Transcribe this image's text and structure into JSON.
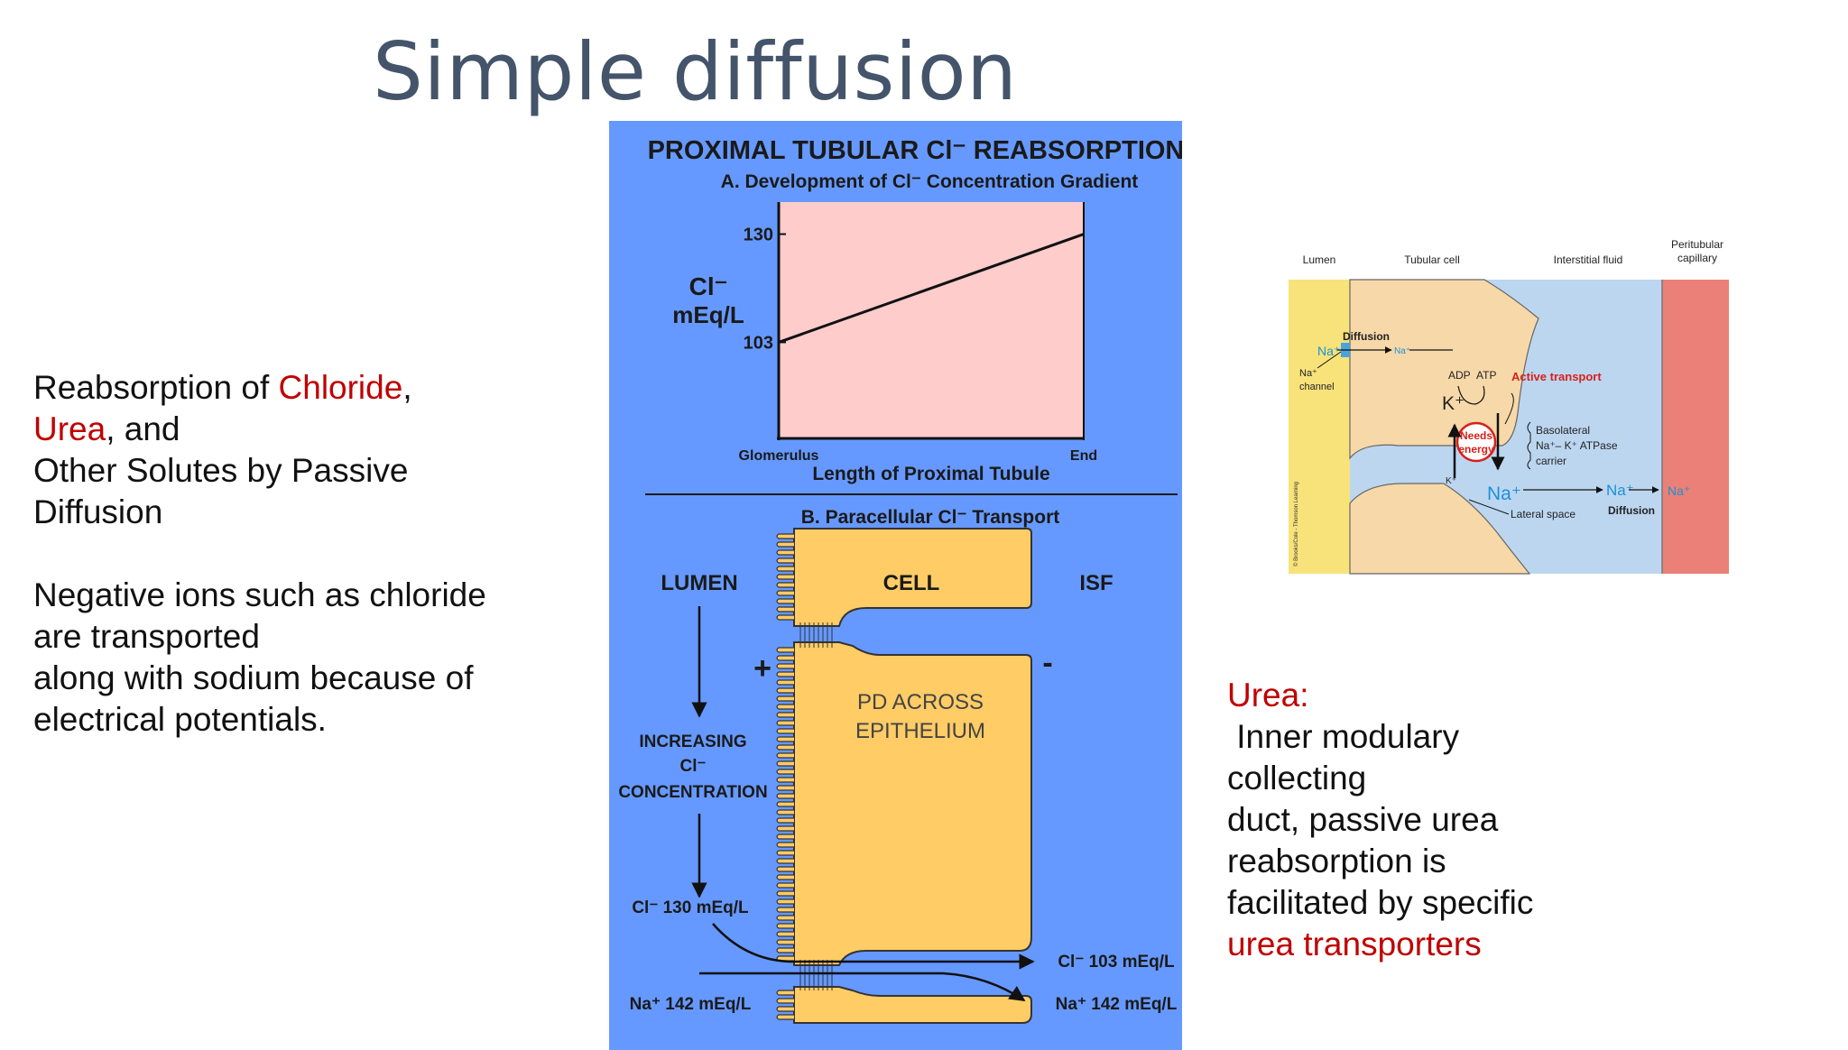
{
  "slide": {
    "title": "Simple diffusion"
  },
  "left_text": {
    "line1_a": "Reabsorption of ",
    "line1_red": "Chloride",
    "line1_b": ",",
    "line2_red": "Urea",
    "line2_b": ", and",
    "line3": "Other Solutes by Passive",
    "line4": "Diffusion",
    "para2_line1": "Negative ions such as chloride",
    "para2_line2": "are transported",
    "para2_line3": "along with sodium because of",
    "para2_line4": "electrical potentials."
  },
  "right_text": {
    "heading": "Urea:",
    "line1": " Inner modulary",
    "line2": "collecting",
    "line3": "duct, passive urea",
    "line4": "reabsorption is",
    "line5": "facilitated by specific",
    "line6_red": "urea transporters"
  },
  "figure_a": {
    "title": "PROXIMAL TUBULAR Cl⁻ REABSORPTION",
    "subtitle_a": "A.  Development of Cl⁻ Concentration Gradient",
    "ylabel_1": "Cl⁻",
    "ylabel_2": "mEq/L",
    "xlabel": "Length of Proximal Tubule",
    "x_start": "Glomerulus",
    "x_end": "End",
    "subtitle_b": "B.  Paracellular Cl⁻ Transport",
    "lumen": "LUMEN",
    "cell": "CELL",
    "isf": "ISF",
    "plus": "+",
    "minus": "-",
    "pd_1": "PD ACROSS",
    "pd_2": "EPITHELIUM",
    "inc_1": "INCREASING",
    "inc_2": "Cl⁻",
    "inc_3": "CONCENTRATION",
    "cl_lumen": "Cl⁻ 130 mEq/L",
    "cl_isf": "Cl⁻ 103 mEq/L",
    "na_lumen": "Na⁺ 142 mEq/L",
    "na_isf": "Na⁺ 142 mEq/L",
    "colors": {
      "background": "#6699ff",
      "plot": "#ffcccc",
      "cell": "#ffcc66"
    }
  },
  "chart_data": {
    "type": "line",
    "title": "A.  Development of Cl⁻ Concentration Gradient",
    "xlabel": "Length of Proximal Tubule",
    "ylabel": "Cl⁻ mEq/L",
    "x": [
      "Glomerulus",
      "End"
    ],
    "series": [
      {
        "values": [
          103,
          130
        ]
      }
    ],
    "yticks": [
      103,
      130
    ],
    "ylim": [
      79,
      138
    ],
    "grid": false
  },
  "figure_b": {
    "col_lumen": "Lumen",
    "col_cell": "Tubular cell",
    "col_if": "Interstitial fluid",
    "col_cap_1": "Peritubular",
    "col_cap_2": "capillary",
    "diffusion_top": "Diffusion",
    "na_in": "Na⁺",
    "na_mid": "Na⁺",
    "na_channel_1": "Na⁺",
    "na_channel_2": "channel",
    "adp": "ADP",
    "atp": "ATP",
    "active": "Active transport",
    "k_big": "K⁺",
    "needs_1": "Needs",
    "needs_2": "energy",
    "k_small": "K⁺",
    "baso_1": "Basolateral",
    "baso_2": "Na⁺– K⁺ ATPase",
    "baso_3": "carrier",
    "na_out": "Na⁺",
    "na_if": "Na⁺",
    "na_cap": "Na⁺",
    "lateral": "Lateral space",
    "diffusion_bottom": "Diffusion",
    "credit": "© Brooks/Cole - Thomson Learning"
  }
}
